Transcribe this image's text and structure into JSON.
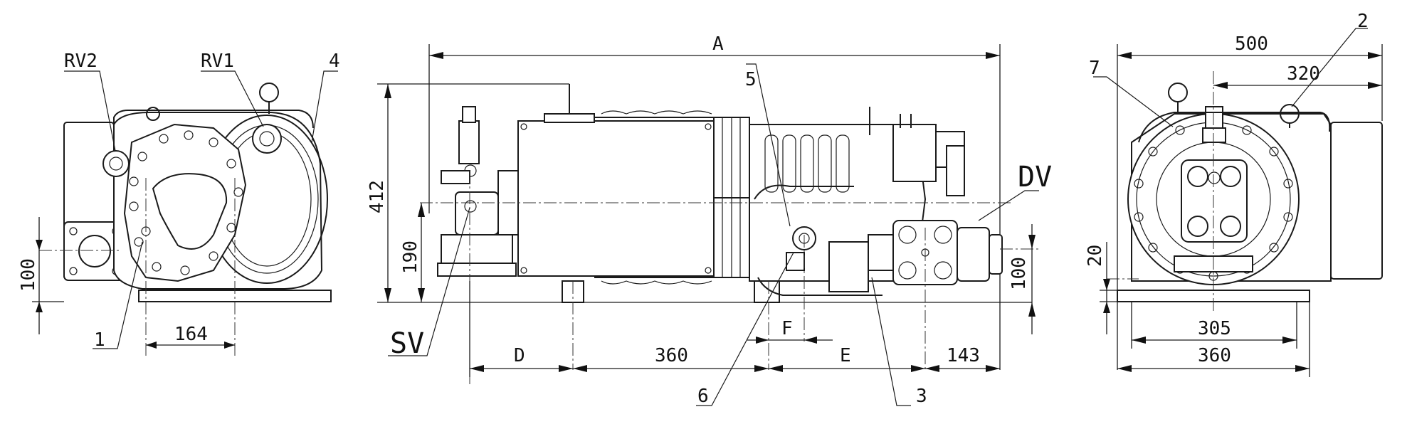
{
  "labels": {
    "rv2": "RV2",
    "rv1": "RV1",
    "n4": "4",
    "n1": "1",
    "d164": "164",
    "d100_left": "100",
    "a": "A",
    "n5": "5",
    "d412": "412",
    "d190": "190",
    "dv": "DV",
    "sv": "SV",
    "d100_mid": "100",
    "f": "F",
    "d": "D",
    "d360_mid": "360",
    "e": "E",
    "d143": "143",
    "n6": "6",
    "n3": "3",
    "d500": "500",
    "n2": "2",
    "n7": "7",
    "d320": "320",
    "d20": "20",
    "d305": "305",
    "d360_right": "360"
  }
}
